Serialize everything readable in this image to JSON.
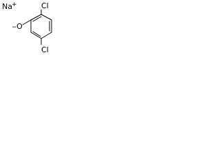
{
  "molecule": {
    "counterion": {
      "symbol": "Na",
      "charge": "+"
    },
    "oxygen": {
      "symbol": "O",
      "charge": "−"
    },
    "substituents": [
      {
        "symbol": "Cl"
      },
      {
        "symbol": "Cl"
      }
    ],
    "line_color": "#000000",
    "background": "#ffffff"
  }
}
